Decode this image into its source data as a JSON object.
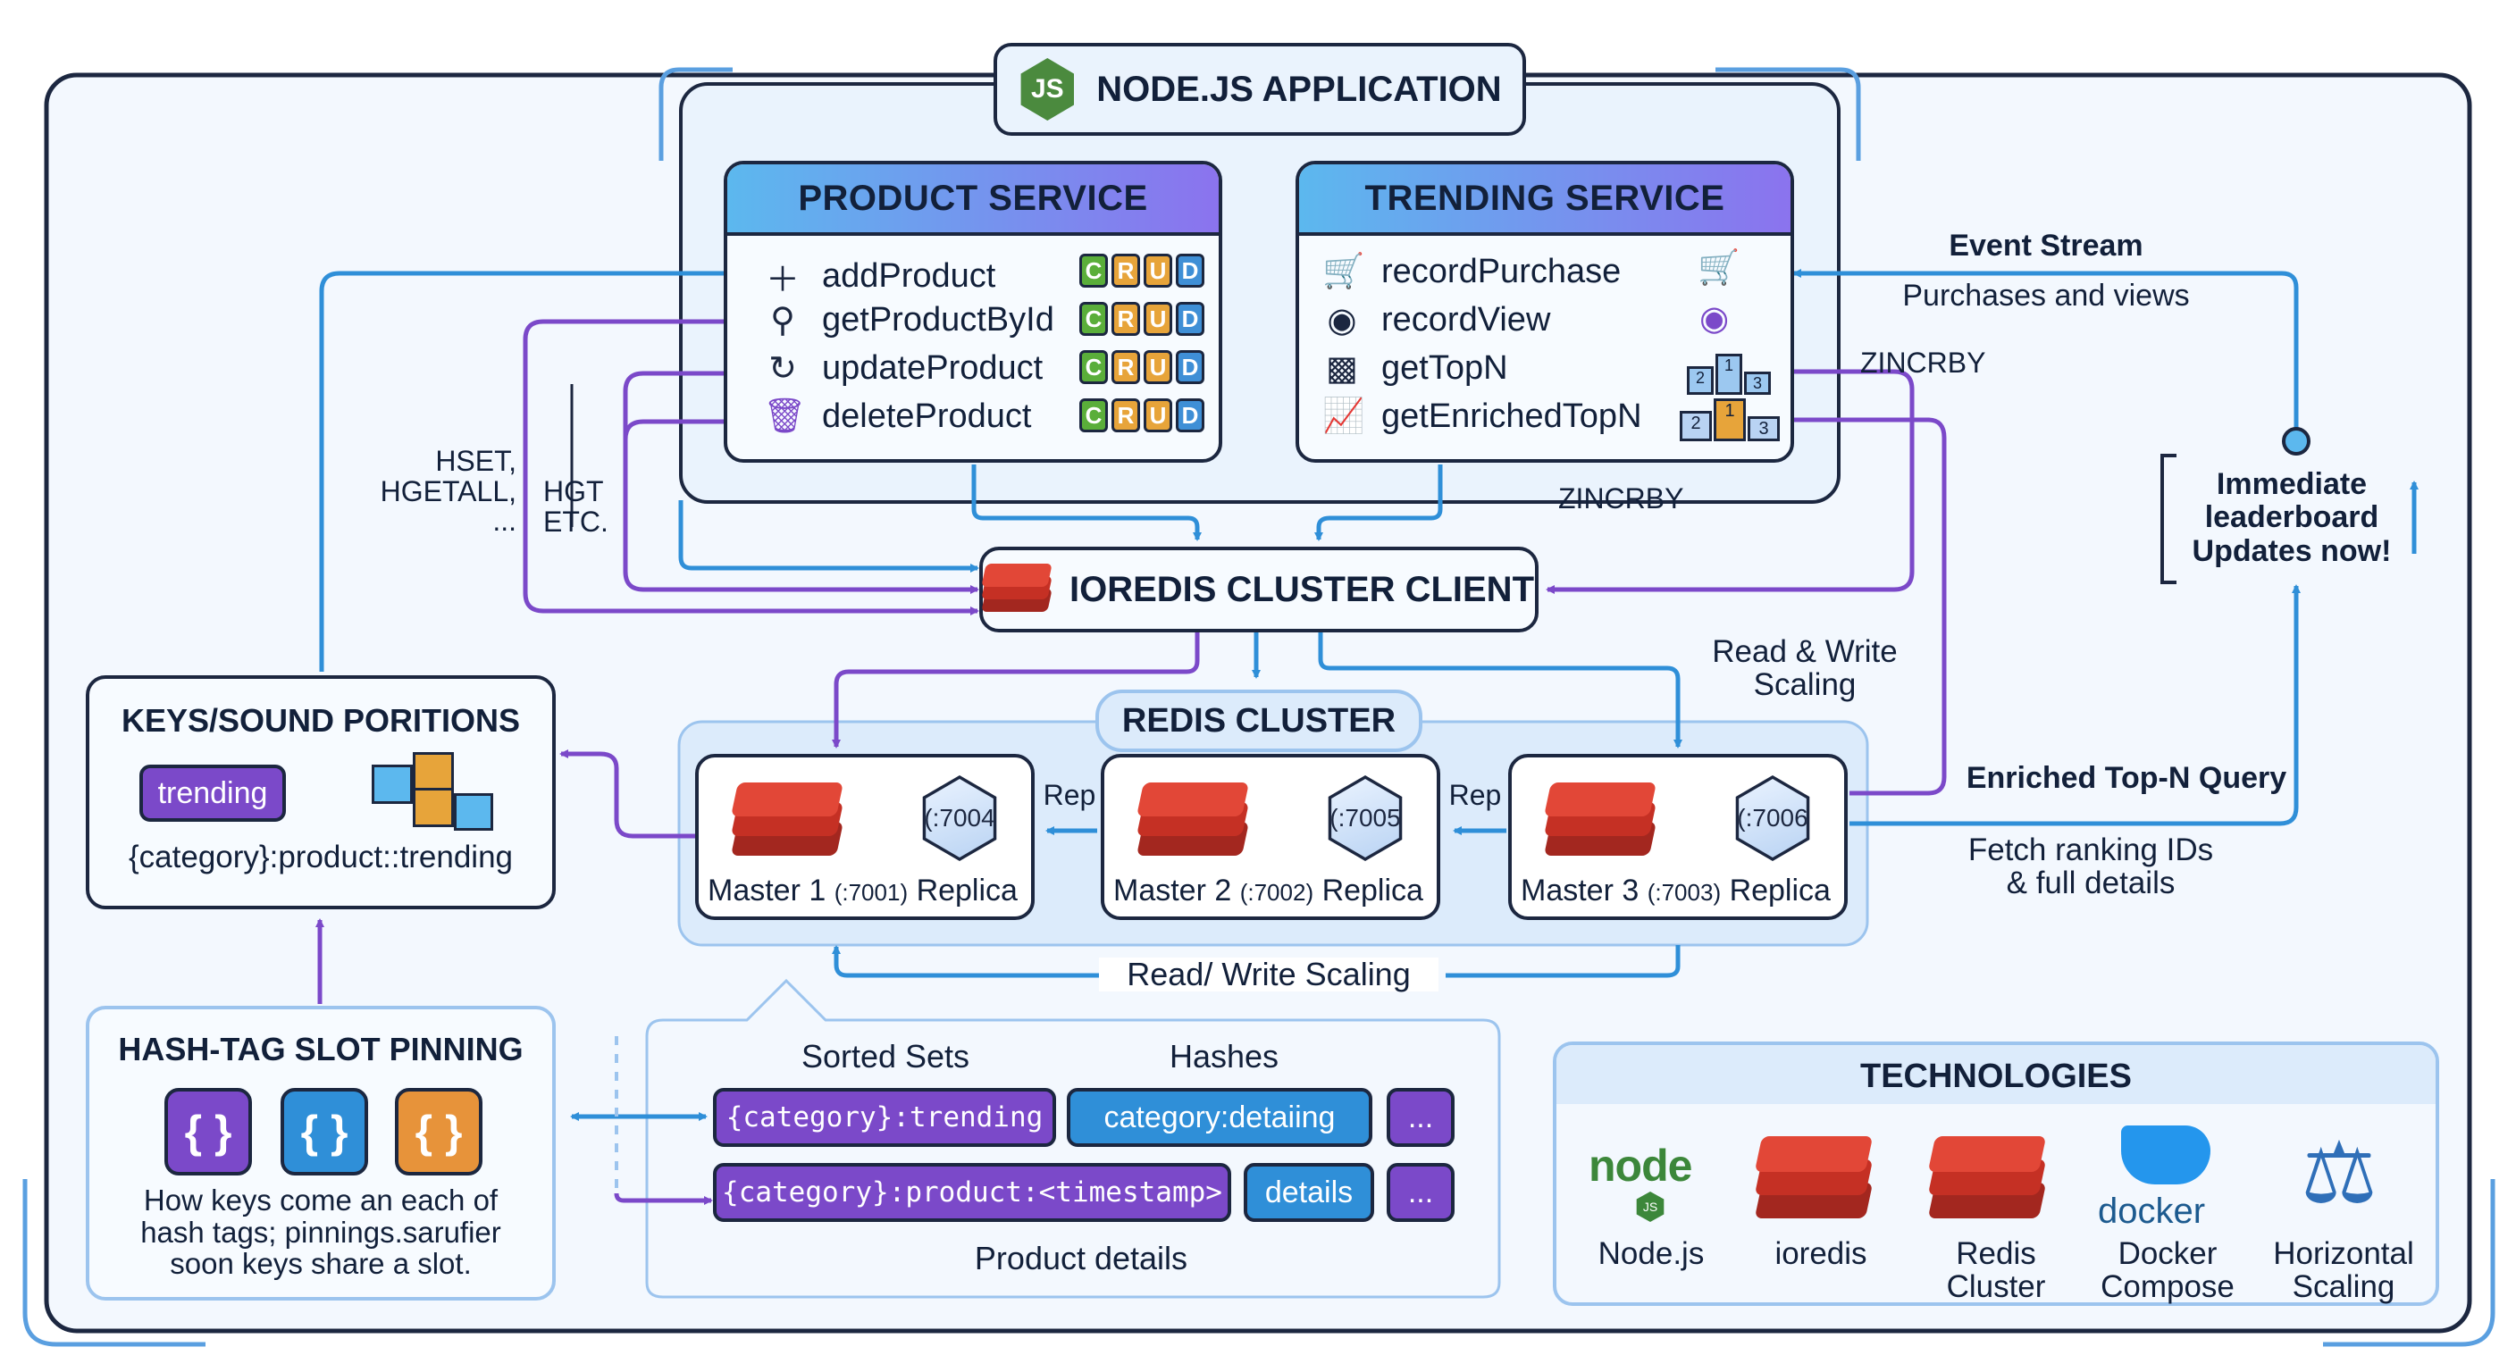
{
  "app": {
    "title": "NODE.JS APPLICATION",
    "logo_text": "JS"
  },
  "product_service": {
    "title": "PRODUCT SERVICE",
    "methods": [
      {
        "label": "addProduct",
        "icon": "plus-icon"
      },
      {
        "label": "getProductById",
        "icon": "search-icon"
      },
      {
        "label": "updateProduct",
        "icon": "refresh-icon"
      },
      {
        "label": "deleteProduct",
        "icon": "trash-icon"
      }
    ],
    "crud": {
      "c": "C",
      "r": "R",
      "u": "U",
      "d": "D"
    }
  },
  "trending_service": {
    "title": "TRENDING SERVICE",
    "methods": [
      {
        "label": "recordPurchase",
        "icon": "cart-icon"
      },
      {
        "label": "recordView",
        "icon": "eye-icon"
      },
      {
        "label": "getTopN",
        "icon": "podium-icon"
      },
      {
        "label": "getEnrichedTopN",
        "icon": "chart-icon"
      }
    ],
    "podium_digits": [
      "2",
      "1",
      "3"
    ]
  },
  "client": {
    "title": "IOREDIS CLUSTER CLIENT"
  },
  "labels": {
    "hset": "HSET,\nHGETALL,\n...",
    "hgt": "HGT\nETC.",
    "zincrby_1": "ZINCRBY",
    "zincrby_2": "ZINCRBY",
    "event_stream": "Event Stream",
    "purchases_views": "Purchases and views",
    "immediate": "Immediate\nleaderboard\nUpdates now!",
    "read_write_scaling": "Read & Write\nScaling",
    "enriched_query": "Enriched Top-N Query",
    "fetch_ranking": "Fetch ranking IDs\n& full details",
    "rep_1": "Rep",
    "rep_2": "Rep",
    "read_write_bottom": "Read/ Write Scaling"
  },
  "cluster": {
    "title": "REDIS CLUSTER",
    "nodes": [
      {
        "master": "Master 1",
        "master_port": "(:7001)",
        "replica": "Replica",
        "replica_port": "(:7004"
      },
      {
        "master": "Master 2",
        "master_port": "(:7002)",
        "replica": "Replica",
        "replica_port": "(:7005"
      },
      {
        "master": "Master 3",
        "master_port": "(:7003)",
        "replica": "Replica",
        "replica_port": "(:7006"
      }
    ]
  },
  "keys_box": {
    "title": "KEYS/SOUND PORITIONS",
    "pill": "trending",
    "pattern": "{category}:product::trending"
  },
  "hash_tag": {
    "title": "HASH-TAG SLOT PINNING",
    "braces": [
      "{ }",
      "{ }",
      "{ }"
    ],
    "description": "How keys come an each of\nhash tags; pinnings.sarufier\nsoon keys share a slot."
  },
  "structures": {
    "sorted_sets": "Sorted Sets",
    "hashes": "Hashes",
    "key1": "{category}:trending",
    "key2": "category:detaiing",
    "key3": "{category}:product:<timestamp>",
    "key4": "details",
    "more": "...",
    "footer": "Product details"
  },
  "technologies": {
    "title": "TECHNOLOGIES",
    "items": [
      {
        "label": "Node.js",
        "icon": "nodejs-logo-icon"
      },
      {
        "label": "ioredis",
        "icon": "redis-logo-icon"
      },
      {
        "label": "Redis\nCluster",
        "icon": "redis-logo-icon"
      },
      {
        "label": "Docker\nCompose",
        "icon": "docker-logo-icon"
      },
      {
        "label": "Horizontal\nScaling",
        "icon": "scale-icon"
      }
    ],
    "docker_word": "docker",
    "node_word": "node",
    "node_badge": "JS"
  },
  "colors": {
    "blue": "#2f8fd8",
    "purple": "#7b49c9",
    "redis_red": "#d63a2f",
    "outline": "#1c2740"
  }
}
